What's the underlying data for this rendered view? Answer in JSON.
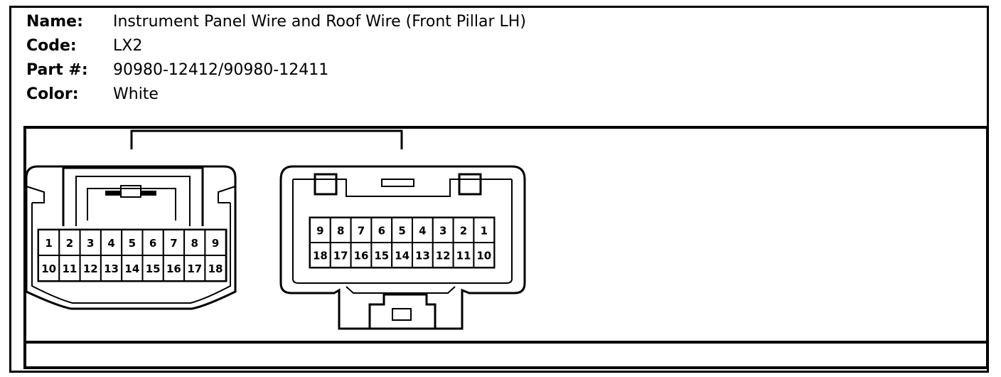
{
  "info": {
    "name_label": "Name:",
    "name_value": "Instrument Panel Wire and Roof Wire (Front Pillar LH)",
    "code_label": "Code:",
    "code_value": "LX2",
    "part_label": "Part #:",
    "part_value": "90980-12412/90980-12411",
    "color_label": "Color:",
    "color_value": "White"
  },
  "connector_left": {
    "row1": [
      "1",
      "2",
      "3",
      "4",
      "5",
      "6",
      "7",
      "8",
      "9"
    ],
    "row2": [
      "10",
      "11",
      "12",
      "13",
      "14",
      "15",
      "16",
      "17",
      "18"
    ]
  },
  "connector_right": {
    "row1": [
      "9",
      "8",
      "7",
      "6",
      "5",
      "4",
      "3",
      "2",
      "1"
    ],
    "row2": [
      "18",
      "17",
      "16",
      "15",
      "14",
      "13",
      "12",
      "11",
      "10"
    ]
  }
}
